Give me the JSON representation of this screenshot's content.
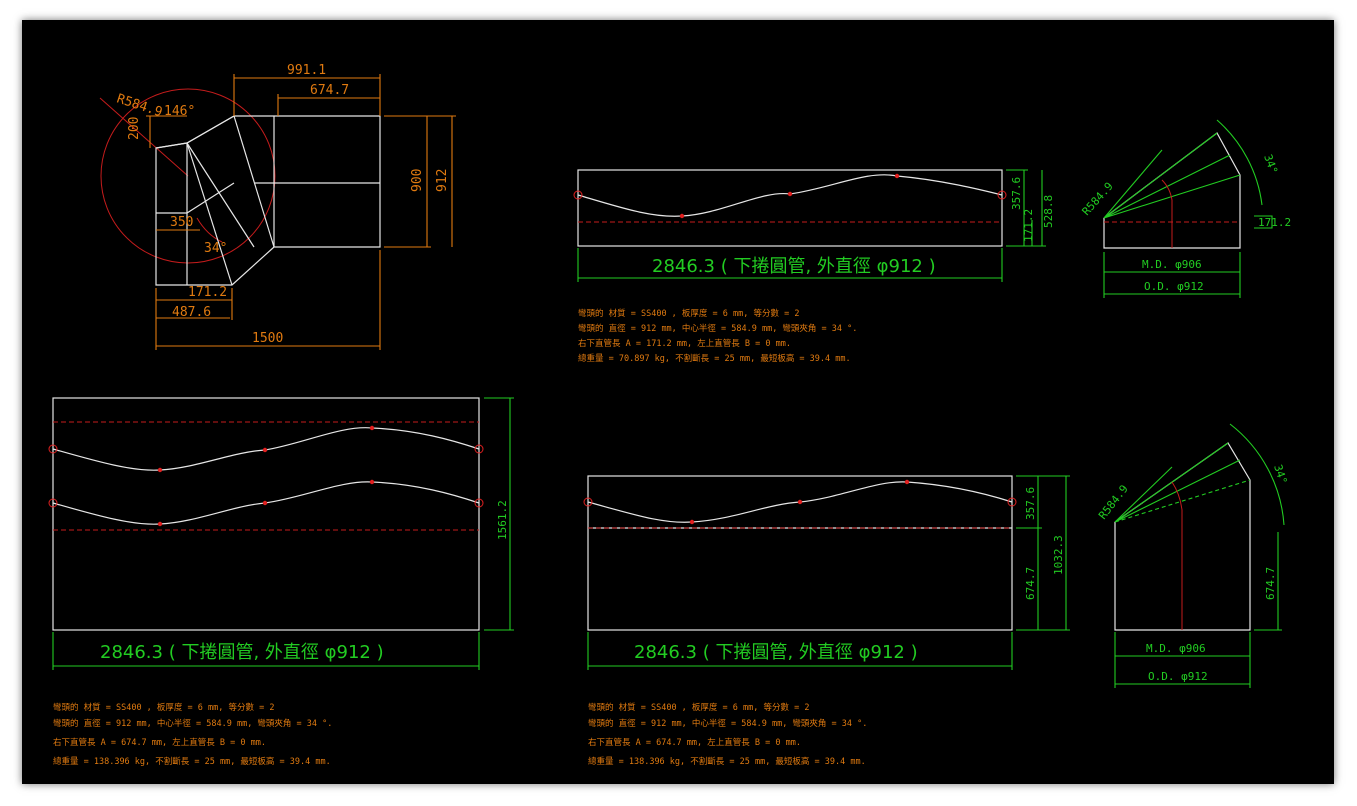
{
  "elbow": {
    "radius_label": "R584.9",
    "angle_label": "146°",
    "dim_200": "200",
    "dim_991": "991.1",
    "dim_674": "674.7",
    "dim_900": "900",
    "dim_912": "912",
    "dim_350": "350",
    "dim_34": "34°",
    "dim_171": "171.2",
    "dim_487": "487.6",
    "dim_1500": "1500"
  },
  "top_pattern": {
    "width_label": "2846.3 ( 下捲圓管, 外直徑 φ912 )",
    "dim_357": "357.6",
    "dim_171": "171.2",
    "dim_528": "528.8"
  },
  "top_side": {
    "radius": "R584.9",
    "angle": "34°",
    "md": "M.D. φ906",
    "od": "O.D. φ912",
    "small": "171.2"
  },
  "top_notes": [
    "彎頭的 材質 = SS400 ,  板厚度 = 6 mm,  等分數 = 2",
    "彎頭的 直徑 = 912 mm,  中心半徑 = 584.9 mm,  彎頭夾角 = 34 °.",
    " 右下直管長 A = 171.2 mm, 左上直管長 B = 0 mm.",
    "總重量 = 70.897 kg,  不割斷長 = 25 mm,  最短板高 = 39.4 mm."
  ],
  "left_pattern": {
    "width_label": "2846.3 ( 下捲圓管, 外直徑 φ912 )",
    "height": "1561.2"
  },
  "left_notes": [
    "彎頭的 材質 = SS400 ,  板厚度 = 6 mm,  等分數 = 2",
    "彎頭的 直徑 = 912 mm,  中心半徑 = 584.9 mm,  彎頭夾角 = 34 °.",
    " 右下直管長 A = 674.7 mm, 左上直管長 B = 0 mm.",
    "總重量 = 138.396 kg,  不割斷長 = 25 mm,  最短板高 = 39.4 mm."
  ],
  "right_pattern": {
    "width_label": "2846.3 ( 下捲圓管, 外直徑 φ912 )",
    "dim_357": "357.6",
    "dim_674": "674.7",
    "dim_1032": "1032.3"
  },
  "right_side": {
    "radius": "R584.9",
    "angle": "34°",
    "dim_674": "674.7",
    "md": "M.D. φ906",
    "od": "O.D. φ912"
  },
  "right_notes": [
    "彎頭的 材質 = SS400 ,  板厚度 = 6 mm,  等分數 = 2",
    "彎頭的 直徑 = 912 mm,  中心半徑 = 584.9 mm,  彎頭夾角 = 34 °.",
    " 右下直管長 A = 674.7 mm, 左上直管長 B = 0 mm.",
    "總重量 = 138.396 kg,  不割斷長 = 25 mm,  最短板高 = 39.4 mm."
  ],
  "colors": {
    "background": "#000000",
    "outline": "#e6e6e6",
    "dimension_green": "#22cc22",
    "dimension_orange": "#e07a10",
    "centerline_red": "#c41c1c"
  }
}
